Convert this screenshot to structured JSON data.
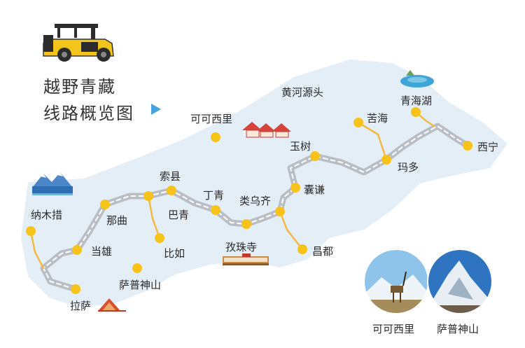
{
  "title": {
    "line1": "越野青藏",
    "line2": "线路概览图"
  },
  "colors": {
    "land": "#e4eef7",
    "road_gray": "#b9bec4",
    "road_dash": "#ffffff",
    "route_orange": "#f3b943",
    "dot": "#f7c21a",
    "jeep": "#f3c51b",
    "arrow": "#4aa3df"
  },
  "places": {
    "xining": "西宁",
    "qinghai_lake": "青海湖",
    "kuhai": "苦海",
    "maduo": "玛多",
    "yellow_river_source": "黄河源头",
    "yushu": "玉树",
    "nangqian": "囊谦",
    "changdu": "昌都",
    "leiwuqi": "类乌齐",
    "dingqing": "丁青",
    "zizhusi": "孜珠寺",
    "baqing": "巴青",
    "suoxian": "索县",
    "biru": "比如",
    "naqu": "那曲",
    "dangxiong": "当雄",
    "lasa": "拉萨",
    "namucuo": "纳木措",
    "sapu_mountain": "萨普神山",
    "kekexili": "可可西里"
  },
  "photos": {
    "kekexili": "可可西里",
    "sapu": "萨普神山"
  },
  "icons": [
    "jeep-icon",
    "arrow-right-icon",
    "houses-icon",
    "lake-icon",
    "mountain-lake-icon",
    "temple-icon",
    "pyramid-icon",
    "antelope-photo",
    "snow-mountain-photo"
  ]
}
